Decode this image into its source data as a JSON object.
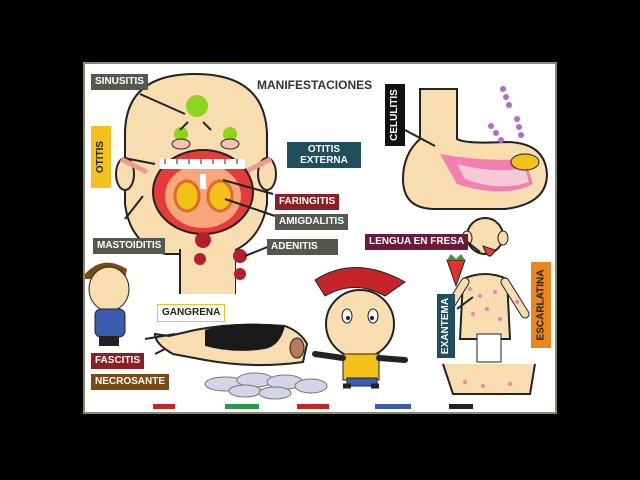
{
  "title": "MANIFESTACIONES",
  "labels": {
    "sinusitis": "SINUSITIS",
    "otitis": "OTITIS",
    "otitis_externa_1": "OTITIS",
    "otitis_externa_2": "EXTERNA",
    "faringitis": "FARINGITIS",
    "amigdalitis": "AMIGDALITIS",
    "adenitis": "ADENITIS",
    "mastoiditis": "MASTOIDITIS",
    "celulitis": "CELULITIS",
    "lengua_en_fresa": "LENGUA EN FRESA",
    "escarlatina": "ESCARLATINA",
    "exantema": "EXANTEMA",
    "gangrena": "GANGRENA",
    "fascitis": "FASCITIS",
    "necrosante": "NECROSANTE"
  },
  "colors": {
    "label_gray": "#55584f",
    "label_red": "#8a1f24",
    "label_brown": "#7a4a12",
    "label_orange": "#e8871e",
    "label_yellow": "#f3c11a",
    "label_teal": "#1f4f5c",
    "label_maroon": "#6b1a3a",
    "skin": "#f7ddb0"
  }
}
